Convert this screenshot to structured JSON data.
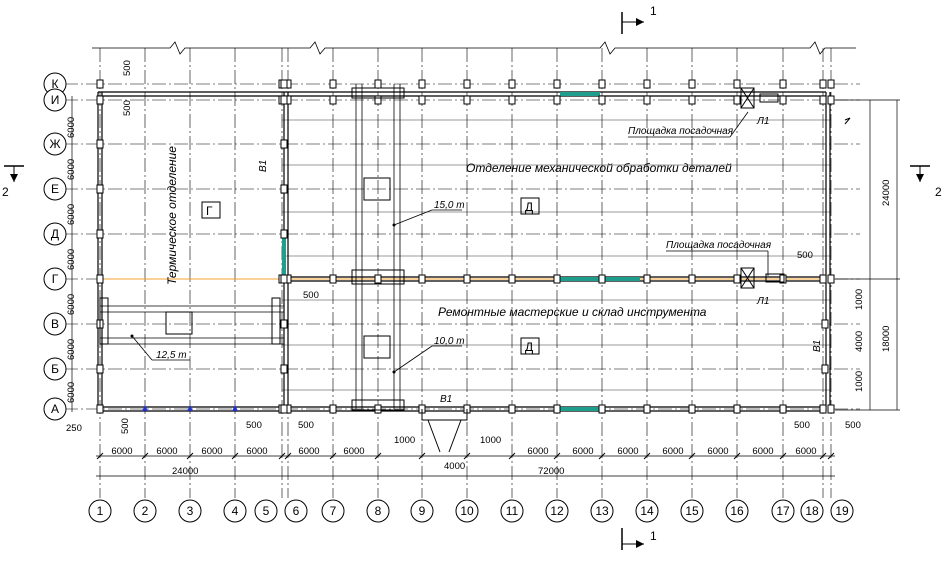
{
  "section_marks": {
    "cut_1": "1",
    "cut_2": "2"
  },
  "row_axes": [
    "К",
    "И",
    "Ж",
    "Е",
    "Д",
    "Г",
    "В",
    "Б",
    "А"
  ],
  "col_axes": [
    "1",
    "2",
    "3",
    "4",
    "5",
    "6",
    "7",
    "8",
    "9",
    "10",
    "11",
    "12",
    "13",
    "14",
    "15",
    "16",
    "17",
    "18",
    "19"
  ],
  "rooms": {
    "mech": "Отделение механической обработки деталей",
    "repair": "Ремонтные мастерские и склад инструмента",
    "thermal": "Термическое отделение",
    "platform_top": "Площадка посадочная",
    "platform_mid": "Площадка посадочная"
  },
  "marks": {
    "g": "Г",
    "d_top": "Д",
    "d_bottom": "Д",
    "v1_left": "В1",
    "v1_bottom": "В1",
    "v1_right": "В1",
    "l1_top": "Л1",
    "l1_mid": "Л1"
  },
  "cranes": {
    "top": "15,0 т",
    "mid": "10,0 т",
    "left": "12,5 т"
  },
  "dims": {
    "bay_6000": "6000",
    "d_500": "500",
    "d_250": "250",
    "d_1000": "1000",
    "d_4000": "4000",
    "d_24000": "24000",
    "d_72000": "72000",
    "d_18000": "18000"
  }
}
